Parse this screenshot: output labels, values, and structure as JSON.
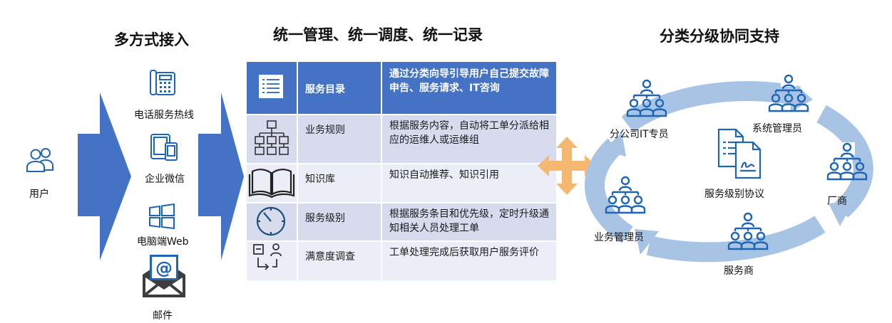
{
  "sections": {
    "access_title": "多方式接入",
    "manage_title": "统一管理、统一调度、统一记录",
    "support_title": "分类分级协同支持"
  },
  "user": {
    "label": "用户",
    "icon": "users-icon"
  },
  "channels": [
    {
      "label": "电话服务热线",
      "icon": "phone-icon"
    },
    {
      "label": "企业微信",
      "icon": "devices-icon"
    },
    {
      "label": "电脑端Web",
      "icon": "windows-icon"
    },
    {
      "label": "邮件",
      "icon": "mail-icon"
    }
  ],
  "table": {
    "header": {
      "name": "服务目录",
      "desc": "通过分类向导引导用户自己提交故障申告、服务请求、IT咨询",
      "icon": "list-icon"
    },
    "rows": [
      {
        "name": "业务规则",
        "desc": "根据服务内容，自动将工单分派给相应的运维人或运维组",
        "icon": "org-chart-icon"
      },
      {
        "name": "知识库",
        "desc": "知识自动推荐、知识引用",
        "icon": "book-icon"
      },
      {
        "name": "服务级别",
        "desc": "根据服务条目和优先级，定时升级通知相关人员处理工单",
        "icon": "timer-icon"
      },
      {
        "name": "满意度调查",
        "desc": "工单处理完成后获取用户服务评价",
        "icon": "survey-icon"
      }
    ]
  },
  "ring": {
    "center_label": "服务级别协议",
    "center_icon": "agreement-icon",
    "roles": [
      {
        "label": "分公司IT专员",
        "icon": "team-icon"
      },
      {
        "label": "系统管理员",
        "icon": "team-icon"
      },
      {
        "label": "厂商",
        "icon": "team-icon"
      },
      {
        "label": "服务商",
        "icon": "team-icon"
      },
      {
        "label": "业务管理员",
        "icon": "team-icon"
      }
    ]
  },
  "colors": {
    "accent": "#4472c4",
    "ring": "#a8c4e4",
    "arrow_orange": "#f5b870",
    "icon_blue": "#1f65b5",
    "icon_dark": "#3d3d3d"
  }
}
